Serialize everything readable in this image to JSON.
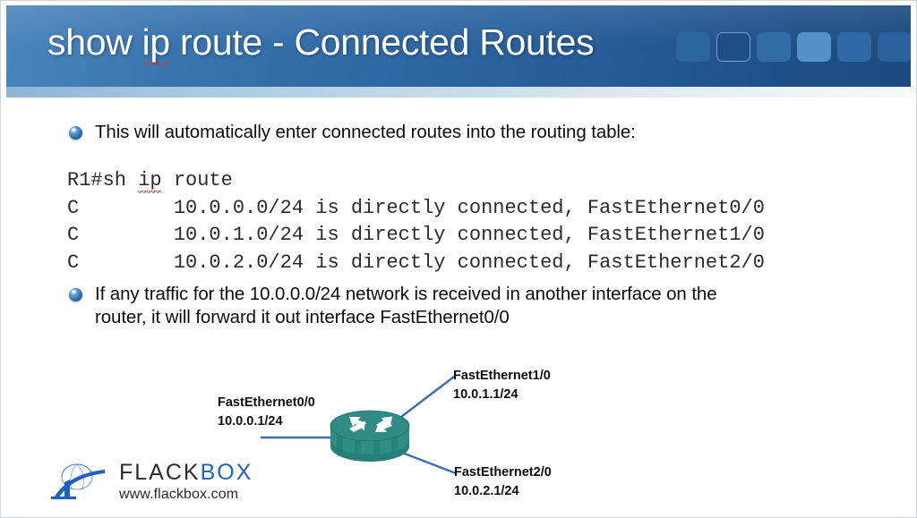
{
  "slide": {
    "header": {
      "title_before": "show ",
      "title_spell": "ip",
      "title_after": " route - Connected Routes",
      "title_full": "show ip route - Connected Routes",
      "accent_color": "#2f68a4",
      "squares": [
        {
          "name": "square-1",
          "fill": "#2d659f",
          "outline": false
        },
        {
          "name": "square-2",
          "fill": "#1d4e86",
          "outline": true
        },
        {
          "name": "square-3",
          "fill": "#336ca6",
          "outline": false
        },
        {
          "name": "square-4",
          "fill": "#5590c8",
          "outline": false
        },
        {
          "name": "square-5",
          "fill": "#2f68a4",
          "outline": false
        },
        {
          "name": "square-6",
          "fill": "#2a619c",
          "outline": false
        },
        {
          "name": "square-7",
          "fill": "#336ca6",
          "outline": false
        }
      ]
    },
    "bullets": [
      {
        "id": "bullet-intro",
        "text": "This will automatically enter connected routes into the routing table:"
      },
      {
        "id": "bullet-forwarding",
        "line1": "If any traffic for the 10.0.0.0/24 network is received in another interface on the",
        "line2": "router, it will forward it out interface FastEthernet0/0"
      }
    ],
    "cli": {
      "prompt_before": "R1#sh ",
      "prompt_spell": "ip",
      "prompt_after": " route",
      "prompt_full": "R1#sh ip route",
      "routes": [
        {
          "code": "C",
          "network": "10.0.0.0/24",
          "status": "is directly connected,",
          "interface": "FastEthernet0/0",
          "line": "C        10.0.0.0/24 is directly connected, FastEthernet0/0"
        },
        {
          "code": "C",
          "network": "10.0.1.0/24",
          "status": "is directly connected,",
          "interface": "FastEthernet1/0",
          "line": "C        10.0.1.0/24 is directly connected, FastEthernet1/0"
        },
        {
          "code": "C",
          "network": "10.0.2.0/24",
          "status": "is directly connected,",
          "interface": "FastEthernet2/0",
          "line": "C        10.0.2.0/24 is directly connected, FastEthernet2/0"
        }
      ]
    },
    "diagram": {
      "router": {
        "name": "router-r1",
        "body_color": "#2f8f86",
        "top_color": "#2e8c84",
        "shadow_color": "#1f6f68"
      },
      "link_color": "#3f6fa8",
      "interfaces": [
        {
          "name": "fastethernet0-0",
          "label": "FastEthernet0/0",
          "address": "10.0.0.1/24"
        },
        {
          "name": "fastethernet1-0",
          "label": "FastEthernet1/0",
          "address": "10.0.1.1/24"
        },
        {
          "name": "fastethernet2-0",
          "label": "FastEthernet2/0",
          "address": "10.0.2.1/24"
        }
      ]
    },
    "logo": {
      "word_primary": "FLACK",
      "word_secondary": "BOX",
      "url": "www.flackbox.com",
      "mark_color": "#1f5fc0"
    }
  }
}
